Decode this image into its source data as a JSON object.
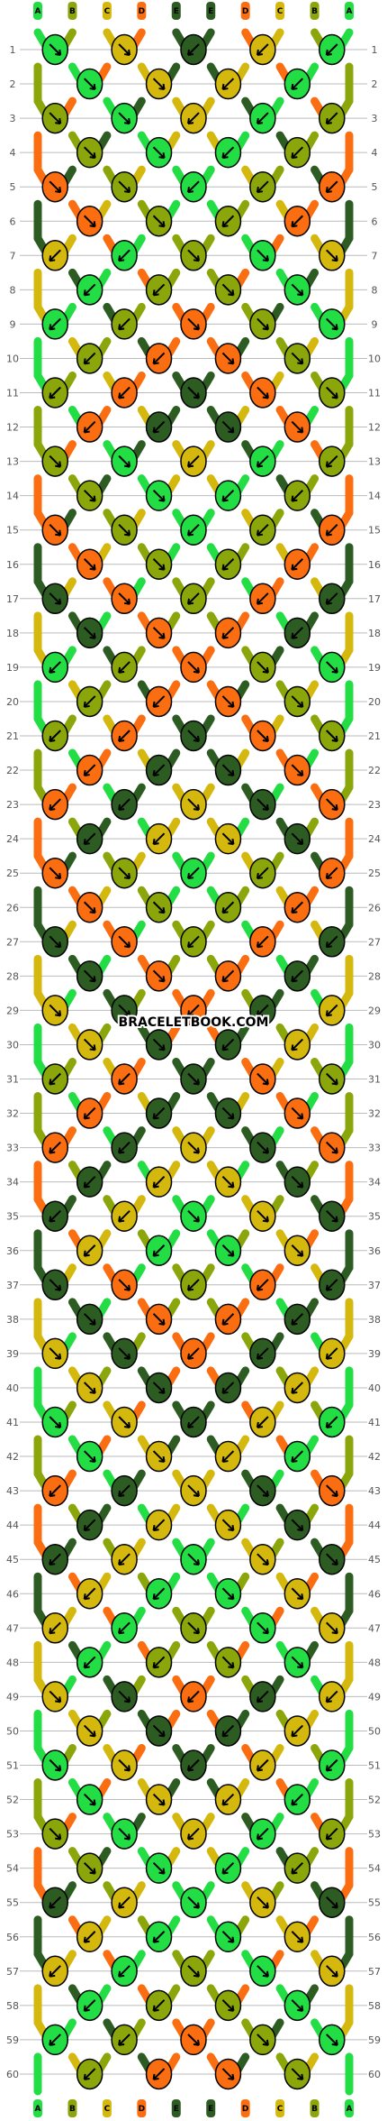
{
  "colors": {
    "A": "#22dd44",
    "B": "#8aa60a",
    "C": "#d4b80e",
    "D": "#fa6d10",
    "E": "#2d5c23"
  },
  "columns": [
    "A",
    "B",
    "C",
    "D",
    "E",
    "E",
    "D",
    "C",
    "B",
    "A"
  ],
  "rows": [
    "1",
    "2",
    "3",
    "4",
    "5",
    "6",
    "7",
    "8",
    "9",
    "10",
    "11",
    "12",
    "13",
    "14",
    "15",
    "16",
    "17",
    "18",
    "19",
    "20",
    "21",
    "22",
    "23",
    "24",
    "25",
    "26",
    "27",
    "28",
    "29",
    "30",
    "31",
    "32",
    "33",
    "34",
    "35",
    "36",
    "37",
    "38",
    "39",
    "40",
    "41",
    "42",
    "43",
    "44",
    "45",
    "46",
    "47",
    "48",
    "49",
    "50",
    "51",
    "52",
    "53",
    "54",
    "55",
    "56",
    "57",
    "58",
    "59",
    "60"
  ],
  "watermark": "BRACELETBOOK.COM"
}
